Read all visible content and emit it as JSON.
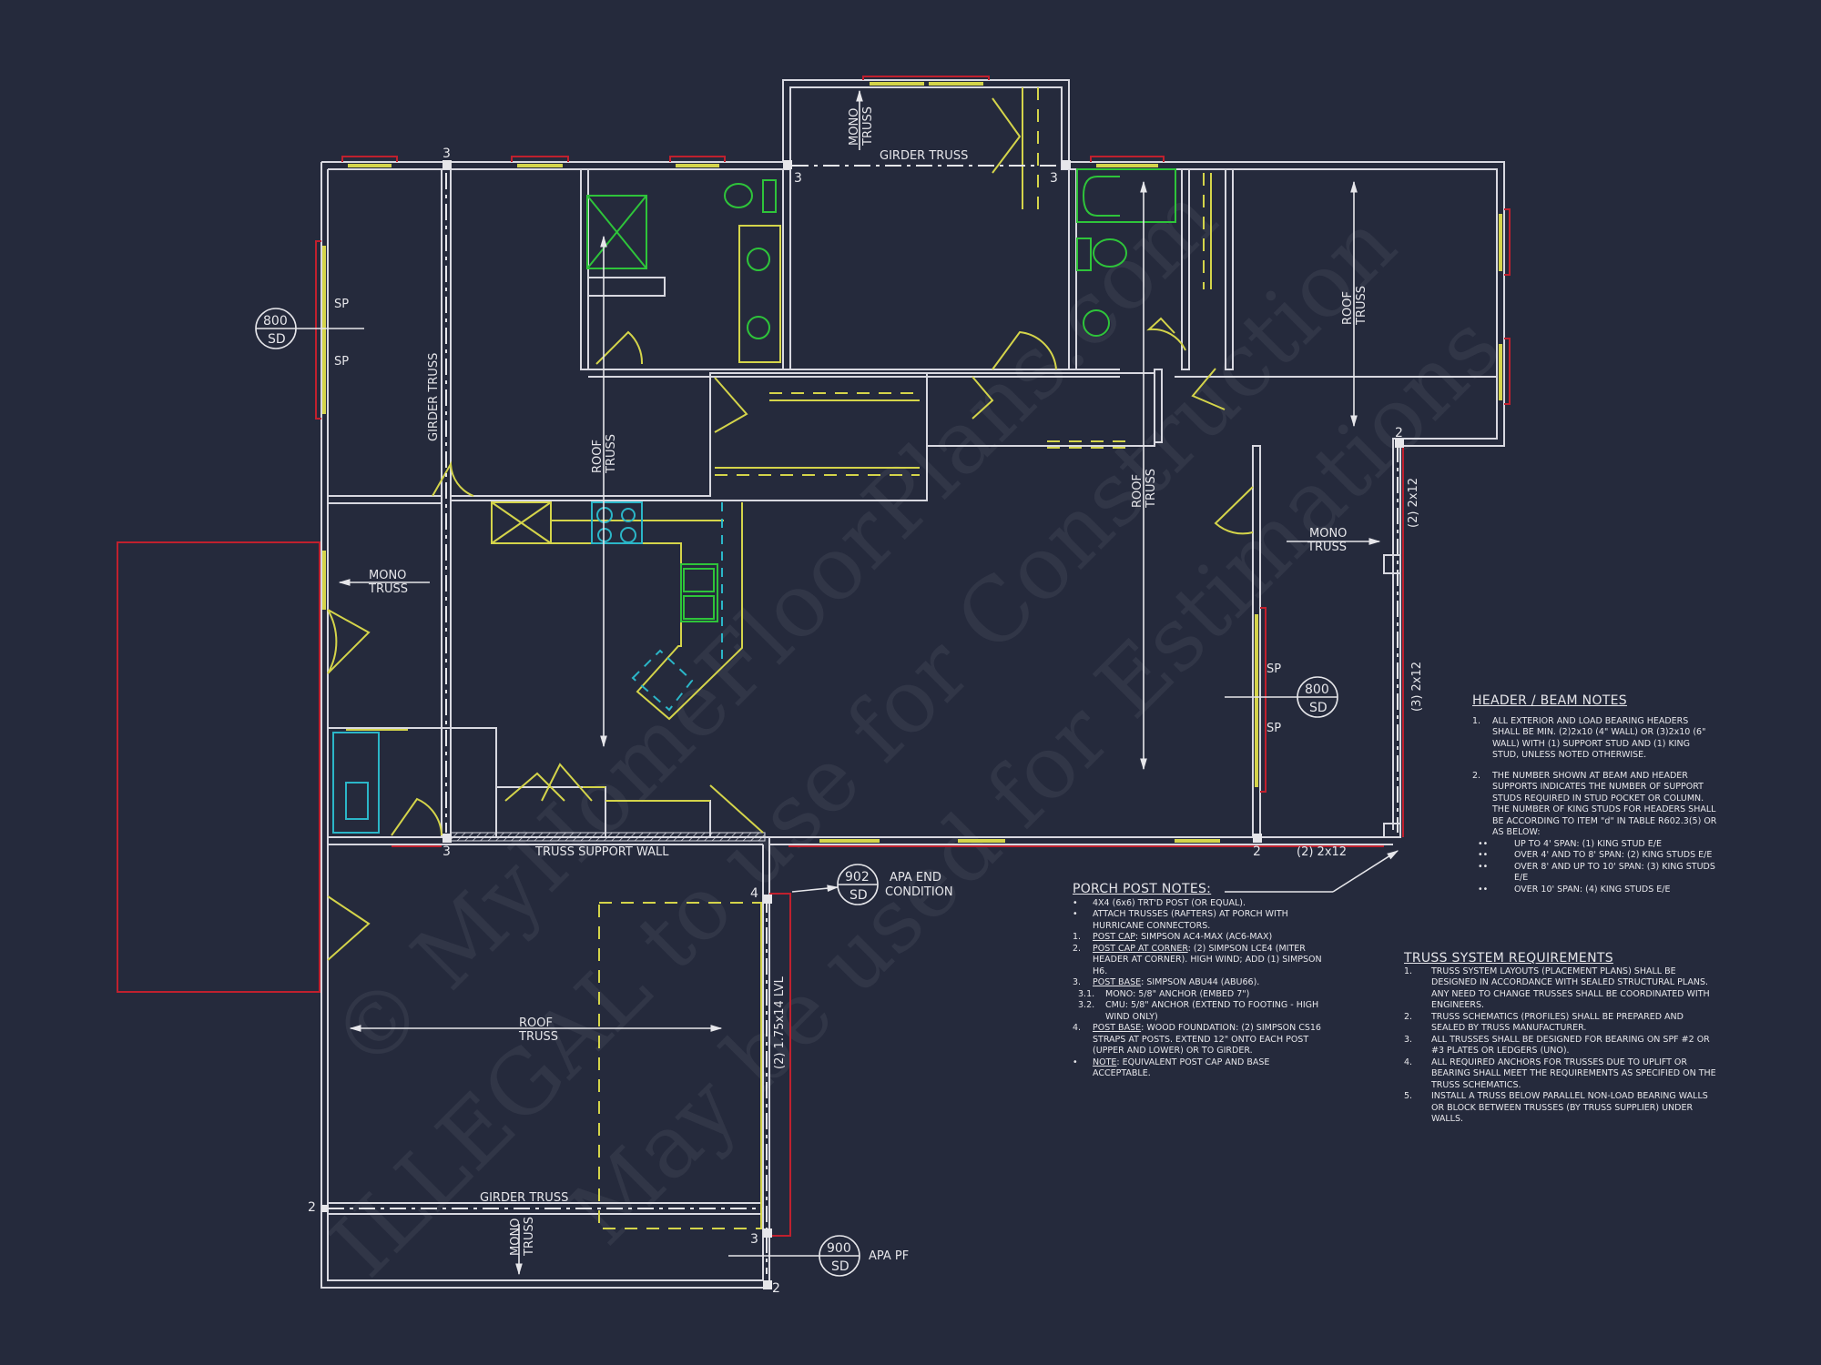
{
  "colors": {
    "background": "#252a3c",
    "walls": "#d8d8e0",
    "windows": "#d4d44a",
    "header_outline": "#c0202e",
    "fixtures": "#2ec43a",
    "appliances": "#2bb6c8",
    "text": "#e6e6ea"
  },
  "watermark": {
    "line1": "© MyHomeFloorPlans.com",
    "line2": "ILLEGAL to use for Construction",
    "line3": "May be used for Estimations"
  },
  "plan_labels": {
    "girder_truss_top": "GIRDER TRUSS",
    "girder_truss_left": "GIRDER TRUSS",
    "girder_truss_bottom": "GIRDER TRUSS",
    "mono_truss_top": [
      "MONO",
      "TRUSS"
    ],
    "mono_truss_left": [
      "MONO",
      "TRUSS"
    ],
    "mono_truss_right": [
      "MONO",
      "TRUSS"
    ],
    "mono_truss_bottom": [
      "MONO",
      "TRUSS"
    ],
    "roof_truss_center": [
      "ROOF",
      "TRUSS"
    ],
    "roof_truss_mid": [
      "ROOF",
      "TRUSS"
    ],
    "roof_truss_right": [
      "ROOF",
      "TRUSS"
    ],
    "roof_truss_porch": [
      "ROOF",
      "TRUSS"
    ],
    "truss_support_wall": "TRUSS SUPPORT WALL",
    "beam_right_upper": "(2) 2x12",
    "beam_right_main": "(3) 2x12",
    "beam_bottom_right": "(2) 2x12",
    "beam_porch": "(2) 1.75x14 LVL",
    "sp_marks": [
      "SP",
      "SP",
      "SP",
      "SP"
    ],
    "support_counts": {
      "top_left": "3",
      "top_mid": "3",
      "top_right": "3",
      "right_corner": "2",
      "bottom_right": "2",
      "truss_wall": "3",
      "porch_top": "4",
      "porch_bottom": "3",
      "porch_left": "2",
      "porch_base": "2"
    }
  },
  "callouts": [
    {
      "number": "800",
      "sheet": "SD",
      "label": ""
    },
    {
      "number": "800",
      "sheet": "SD",
      "label": ""
    },
    {
      "number": "902",
      "sheet": "SD",
      "label_line1": "APA END",
      "label_line2": "CONDITION"
    },
    {
      "number": "900",
      "sheet": "SD",
      "label_line1": "APA PF",
      "label_line2": ""
    }
  ],
  "header_beam_notes": {
    "title": "HEADER / BEAM NOTES",
    "items": [
      {
        "marker": "1.",
        "text": "ALL EXTERIOR AND LOAD BEARING HEADERS SHALL BE MIN. (2)2x10 (4\" WALL) OR (3)2x10 (6\" WALL) WITH (1) SUPPORT STUD AND (1) KING STUD, UNLESS NOTED OTHERWISE."
      },
      {
        "marker": "2.",
        "text": "THE NUMBER SHOWN AT BEAM AND HEADER SUPPORTS INDICATES THE NUMBER OF SUPPORT STUDS REQUIRED IN STUD POCKET OR COLUMN. THE NUMBER OF KING STUDS FOR HEADERS SHALL BE ACCORDING TO ITEM \"d\" IN TABLE R602.3(5) OR AS BELOW:"
      }
    ],
    "sub_items": [
      "UP TO 4' SPAN: (1) KING STUD E/E",
      "OVER 4' AND TO 8' SPAN: (2) KING STUDS E/E",
      "OVER 8' AND UP TO 10' SPAN: (3) KING STUDS E/E",
      "OVER 10' SPAN: (4) KING STUDS E/E"
    ]
  },
  "porch_post_notes": {
    "title": "PORCH POST NOTES:",
    "items": [
      {
        "marker": "•",
        "underlined": "",
        "text": "4X4 (6x6) TRT'D POST (OR EQUAL)."
      },
      {
        "marker": "•",
        "underlined": "",
        "text": "ATTACH TRUSSES (RAFTERS) AT PORCH WITH HURRICANE CONNECTORS."
      },
      {
        "marker": "1.",
        "underlined": "POST CAP",
        "text": ": SIMPSON AC4-MAX (AC6-MAX)"
      },
      {
        "marker": "2.",
        "underlined": "POST CAP AT CORNER",
        "text": ": (2) SIMPSON LCE4 (MITER HEADER AT CORNER). HIGH WIND; ADD (1) SIMPSON H6."
      },
      {
        "marker": "3.",
        "underlined": "POST BASE",
        "text": ": SIMPSON ABU44 (ABU66)."
      },
      {
        "marker": "3.1.",
        "underlined": "",
        "text": "MONO: 5/8\" ANCHOR (EMBED 7\")",
        "sub": true
      },
      {
        "marker": "3.2.",
        "underlined": "",
        "text": "CMU: 5/8\" ANCHOR (EXTEND TO FOOTING - HIGH WIND ONLY)",
        "sub": true
      },
      {
        "marker": "4.",
        "underlined": "POST BASE",
        "text": ": WOOD FOUNDATION: (2) SIMPSON CS16 STRAPS AT POSTS. EXTEND 12\" ONTO EACH POST (UPPER AND LOWER) OR TO GIRDER."
      },
      {
        "marker": "•",
        "underlined": "NOTE",
        "text": ": EQUIVALENT POST CAP AND BASE ACCEPTABLE."
      }
    ]
  },
  "truss_system_requirements": {
    "title": "TRUSS SYSTEM REQUIREMENTS",
    "items": [
      {
        "marker": "1.",
        "text": "TRUSS SYSTEM LAYOUTS (PLACEMENT PLANS) SHALL BE DESIGNED IN ACCORDANCE WITH SEALED STRUCTURAL PLANS. ANY NEED TO CHANGE TRUSSES SHALL BE COORDINATED WITH ENGINEERS."
      },
      {
        "marker": "2.",
        "text": "TRUSS SCHEMATICS (PROFILES) SHALL BE PREPARED AND SEALED BY TRUSS MANUFACTURER."
      },
      {
        "marker": "3.",
        "text": "ALL TRUSSES SHALL BE DESIGNED FOR BEARING ON SPF #2 OR #3 PLATES OR LEDGERS (UNO)."
      },
      {
        "marker": "4.",
        "text": "ALL REQUIRED ANCHORS FOR TRUSSES DUE TO UPLIFT OR BEARING SHALL MEET THE REQUIREMENTS AS SPECIFIED ON THE TRUSS SCHEMATICS."
      },
      {
        "marker": "5.",
        "text": "INSTALL A TRUSS BELOW PARALLEL NON-LOAD BEARING WALLS OR BLOCK BETWEEN TRUSSES (BY TRUSS SUPPLIER) UNDER WALLS."
      }
    ]
  }
}
